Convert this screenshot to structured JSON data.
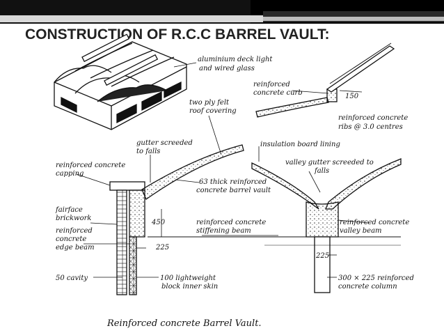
{
  "slide": {
    "title": "CONSTRUCTION OF R.C.C BARREL VAULT:"
  },
  "labels": {
    "aluminium_1": "aluminium deck light",
    "aluminium_2": "and wired glass",
    "curb_1": "reinforced",
    "curb_2": "concrete curb",
    "dim_150": "150",
    "ribs_1": "reinforced concrete",
    "ribs_2": "ribs @ 3.0 centres",
    "felt_1": "two ply felt",
    "felt_2": "roof covering",
    "gutter_1": "gutter screeded",
    "gutter_2": "to falls",
    "insulation": "insulation board lining",
    "capping_1": "reinforced concrete",
    "capping_2": "capping",
    "valley_gutter_1": "valley gutter screeded to",
    "valley_gutter_2": "falls",
    "vault_1": "63 thick reinforced",
    "vault_2": "concrete barrel vault",
    "fairface_1": "fairface",
    "fairface_2": "brickwork",
    "dim_450": "450",
    "stiffening_1": "reinforced concrete",
    "stiffening_2": "stiffening beam",
    "valley_beam_1": "reinforced concrete",
    "valley_beam_2": "valley beam",
    "edge_1": "reinforced",
    "edge_2": "concrete",
    "edge_3": "edge beam",
    "dim_225a": "225",
    "dim_225b": "225",
    "cavity": "50 cavity",
    "block_1": "100 lightweight",
    "block_2": "block inner skin",
    "column_1": "300 × 225 reinforced",
    "column_2": "concrete column",
    "caption": "Reinforced concrete Barrel Vault."
  },
  "colors": {
    "ink": "#111111",
    "title": "#222222",
    "bar_dark": "#000000",
    "bar_mid": "#3a3a3a",
    "bar_light": "#bdbdbd"
  }
}
